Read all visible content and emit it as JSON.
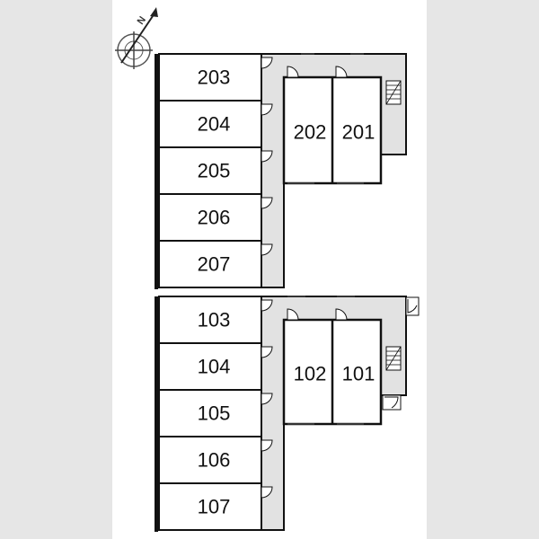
{
  "floor_2": {
    "rooms": [
      {
        "id": "203",
        "label": "203"
      },
      {
        "id": "204",
        "label": "204"
      },
      {
        "id": "205",
        "label": "205"
      },
      {
        "id": "206",
        "label": "206"
      },
      {
        "id": "207",
        "label": "207"
      },
      {
        "id": "202",
        "label": "202"
      },
      {
        "id": "201",
        "label": "201"
      }
    ]
  },
  "floor_1": {
    "rooms": [
      {
        "id": "103",
        "label": "103"
      },
      {
        "id": "104",
        "label": "104"
      },
      {
        "id": "105",
        "label": "105"
      },
      {
        "id": "106",
        "label": "106"
      },
      {
        "id": "107",
        "label": "107"
      },
      {
        "id": "102",
        "label": "102"
      },
      {
        "id": "101",
        "label": "101"
      }
    ]
  },
  "compass": {
    "north_label": "N",
    "icon": "compass-icon"
  },
  "colors": {
    "background": "#e6e6e6",
    "sheet": "#ffffff",
    "wall": "#111111",
    "corridor": "#e2e2e2"
  }
}
